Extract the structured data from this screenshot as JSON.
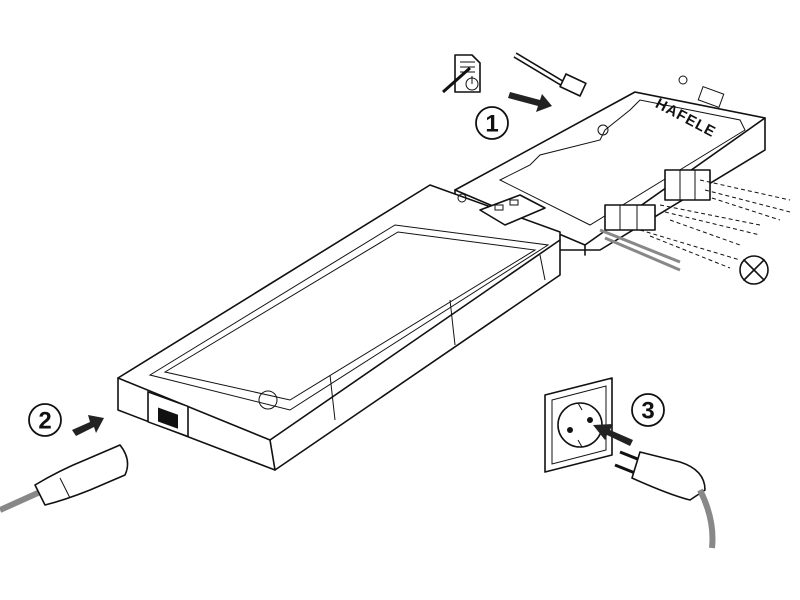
{
  "diagram": {
    "steps": [
      {
        "label": "1"
      },
      {
        "label": "2"
      },
      {
        "label": "3"
      }
    ],
    "brand_logo": "HAFELE",
    "colors": {
      "line": "#111111",
      "background": "#ffffff",
      "arrow": "#222222",
      "cable": "#888888"
    },
    "icons": [
      "manual-screwdriver-power-icon",
      "connector-plug-icon",
      "lamp-symbol-icon",
      "wall-socket-icon",
      "euro-plug-icon",
      "iec-c7-plug-icon"
    ]
  }
}
